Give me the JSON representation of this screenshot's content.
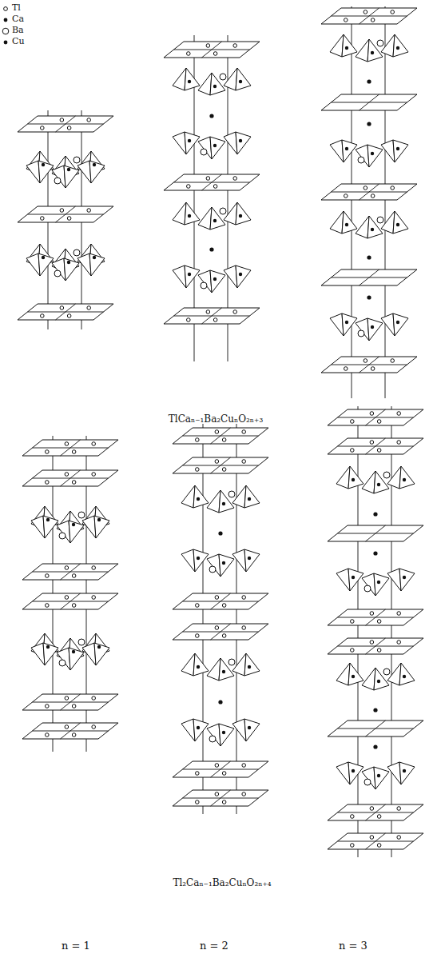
{
  "diagram": {
    "labels": [
      "TlCaₙ₋₁Ba₂CuₙO₂ₙ₊₃",
      "Tl₂Caₙ₋₁Ba₂CuₙO₂ₙ₊₄",
      "n = 1",
      "n = 2",
      "n = 3"
    ],
    "legend": [
      {
        "text": "Tl"
      },
      {
        "text": "Ca"
      },
      {
        "text": "Ba"
      },
      {
        "text": "Cu"
      }
    ]
  }
}
